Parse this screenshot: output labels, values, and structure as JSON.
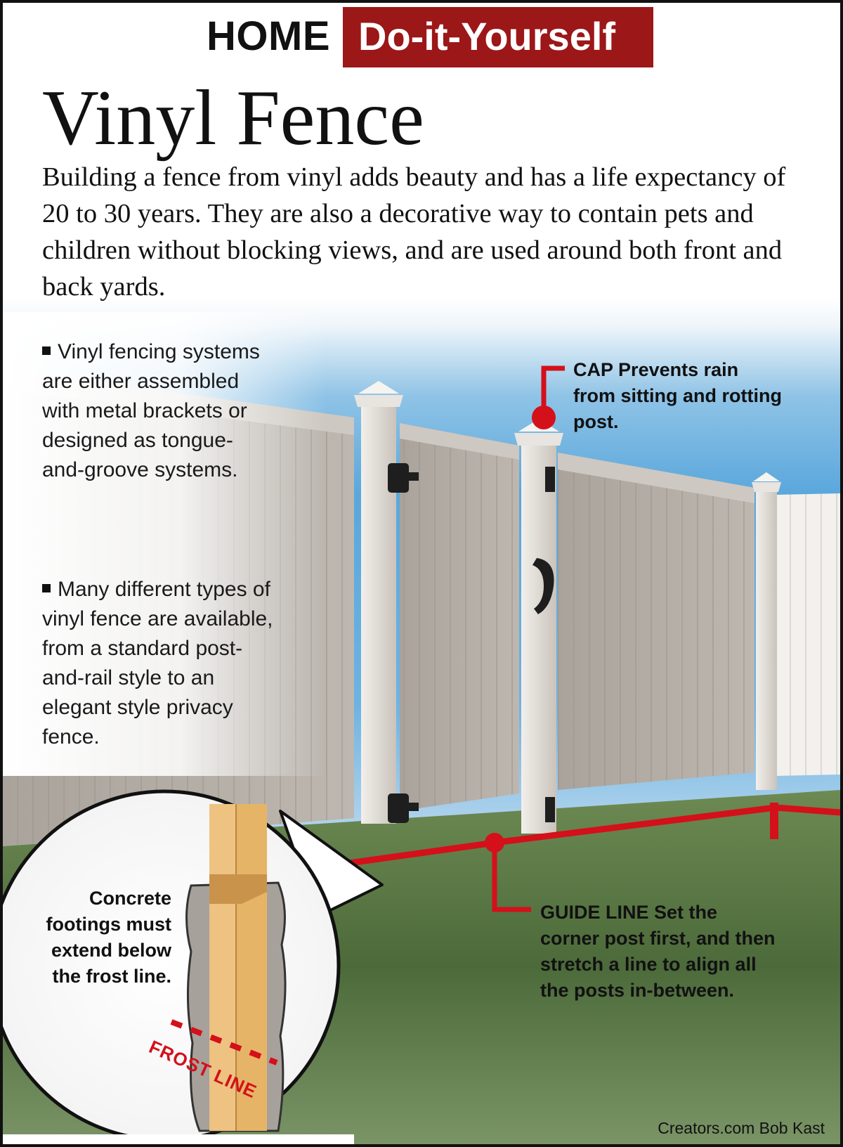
{
  "header": {
    "home": "HOME",
    "section": "Do-it-Yourself"
  },
  "title": "Vinyl Fence",
  "intro": "Building a fence from vinyl adds beauty and has a life expectancy of 20 to 30 years. They are also a decorative way to contain pets and children without blocking views, and are used around both front and back yards.",
  "bullets": [
    "Vinyl fencing systems are either assembled with metal brackets or designed as tongue-and-groove systems.",
    "Many different types of vinyl fence are available, from a standard post-and-rail style to an elegant style privacy fence."
  ],
  "callouts": {
    "cap": {
      "label": "CAP",
      "text": "Prevents rain from sitting and rotting post."
    },
    "guide_line": {
      "label": "GUIDE LINE",
      "text": "Set the corner post first, and then stretch a line to align all the posts in-between."
    },
    "footing": "Concrete footings must extend below the frost line.",
    "frost_line": "FROST LINE"
  },
  "credit": "Creators.com Bob Kast",
  "colors": {
    "brand_red": "#9c1718",
    "guide_red": "#d4101a",
    "fence_gray": "#b9b3ac",
    "grass": "#4f6b3c",
    "sky": "#5aa7dc"
  }
}
